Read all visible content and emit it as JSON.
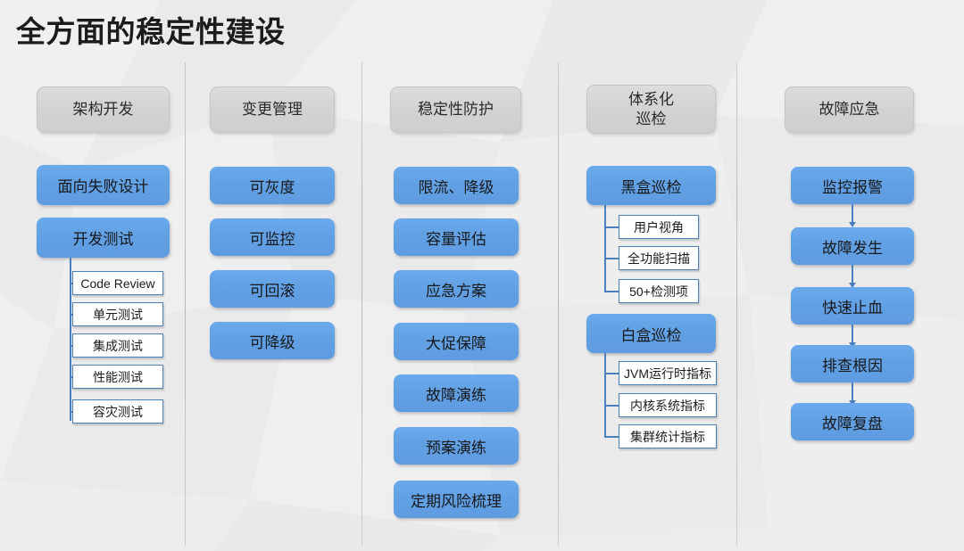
{
  "title": "全方面的稳定性建设",
  "colors": {
    "node_blue": "#62a0e4",
    "leaf_border": "#4b7fbe",
    "header_gray": "#d2d2d2",
    "background": "#ececed",
    "connector": "#4b7fbe"
  },
  "columns": [
    {
      "header": "架构开发",
      "header_lines": [
        "架构开发"
      ],
      "nodes": [
        {
          "label": "面向失败设计",
          "children": []
        },
        {
          "label": "开发测试",
          "children": [
            "Code Review",
            "单元测试",
            "集成测试",
            "性能测试",
            "容灾测试"
          ]
        }
      ]
    },
    {
      "header": "变更管理",
      "header_lines": [
        "变更管理"
      ],
      "nodes": [
        {
          "label": "可灰度",
          "children": []
        },
        {
          "label": "可监控",
          "children": []
        },
        {
          "label": "可回滚",
          "children": []
        },
        {
          "label": "可降级",
          "children": []
        }
      ]
    },
    {
      "header": "稳定性防护",
      "header_lines": [
        "稳定性防护"
      ],
      "nodes": [
        {
          "label": "限流、降级",
          "children": []
        },
        {
          "label": "容量评估",
          "children": []
        },
        {
          "label": "应急方案",
          "children": []
        },
        {
          "label": "大促保障",
          "children": []
        },
        {
          "label": "故障演练",
          "children": []
        },
        {
          "label": "预案演练",
          "children": []
        },
        {
          "label": "定期风险梳理",
          "children": []
        }
      ]
    },
    {
      "header": "体系化 巡检",
      "header_lines": [
        "体系化",
        "巡检"
      ],
      "nodes": [
        {
          "label": "黑盒巡检",
          "children": [
            "用户视角",
            "全功能扫描",
            "50+检测项"
          ]
        },
        {
          "label": "白盒巡检",
          "children": [
            "JVM运行时指标",
            "内核系统指标",
            "集群统计指标"
          ]
        }
      ]
    },
    {
      "header": "故障应急",
      "header_lines": [
        "故障应急"
      ],
      "flow": true,
      "nodes": [
        {
          "label": "监控报警",
          "children": []
        },
        {
          "label": "故障发生",
          "children": []
        },
        {
          "label": "快速止血",
          "children": []
        },
        {
          "label": "排查根因",
          "children": []
        },
        {
          "label": "故障复盘",
          "children": []
        }
      ]
    }
  ]
}
